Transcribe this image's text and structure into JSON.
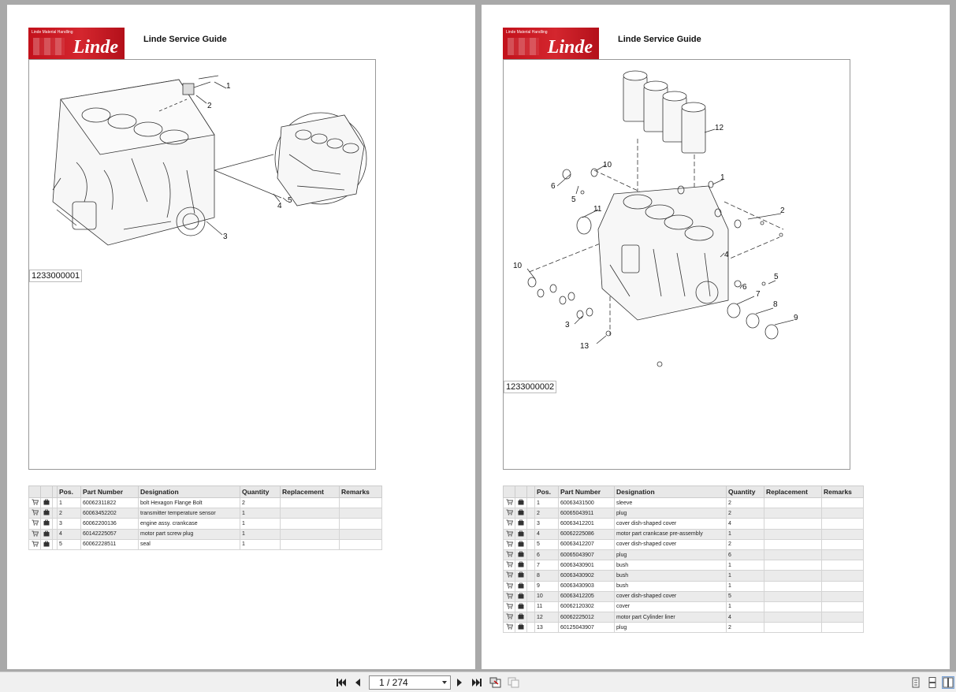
{
  "pages": [
    {
      "logo_sub": "Linde Material Handling",
      "logo_text": "Linde",
      "title": "Linde Service Guide",
      "figure_id": "1233000001",
      "callouts": [
        "1",
        "2",
        "3",
        "4",
        "5"
      ],
      "headers": [
        "Pos.",
        "Part Number",
        "Designation",
        "Quantity",
        "Replacement",
        "Remarks"
      ],
      "rows": [
        {
          "pos": "1",
          "part": "60062311822",
          "designation": "bolt Hexagon Flange Bolt",
          "qty": "2",
          "replacement": "",
          "remarks": ""
        },
        {
          "pos": "2",
          "part": "60063452202",
          "designation": "transmitter temperature sensor",
          "qty": "1",
          "replacement": "",
          "remarks": ""
        },
        {
          "pos": "3",
          "part": "60062200136",
          "designation": "engine assy. crankcase",
          "qty": "1",
          "replacement": "",
          "remarks": ""
        },
        {
          "pos": "4",
          "part": "60142225057",
          "designation": "motor part screw plug",
          "qty": "1",
          "replacement": "",
          "remarks": ""
        },
        {
          "pos": "5",
          "part": "60062228511",
          "designation": "seal",
          "qty": "1",
          "replacement": "",
          "remarks": ""
        }
      ]
    },
    {
      "logo_sub": "Linde Material Handling",
      "logo_text": "Linde",
      "title": "Linde Service Guide",
      "figure_id": "1233000002",
      "callouts": [
        "12",
        "10",
        "1",
        "6",
        "5",
        "11",
        "2",
        "4",
        "10",
        "5",
        "6",
        "7",
        "8",
        "9",
        "3",
        "13"
      ],
      "headers": [
        "Pos.",
        "Part Number",
        "Designation",
        "Quantity",
        "Replacement",
        "Remarks"
      ],
      "rows": [
        {
          "pos": "1",
          "part": "60063431500",
          "designation": "sleeve",
          "qty": "2",
          "replacement": "",
          "remarks": ""
        },
        {
          "pos": "2",
          "part": "60065043911",
          "designation": "plug",
          "qty": "2",
          "replacement": "",
          "remarks": ""
        },
        {
          "pos": "3",
          "part": "60063412201",
          "designation": "cover dish-shaped cover",
          "qty": "4",
          "replacement": "",
          "remarks": ""
        },
        {
          "pos": "4",
          "part": "60062225086",
          "designation": "motor part crankcase pre-assembly",
          "qty": "1",
          "replacement": "",
          "remarks": ""
        },
        {
          "pos": "5",
          "part": "60063412207",
          "designation": "cover dish-shaped cover",
          "qty": "2",
          "replacement": "",
          "remarks": ""
        },
        {
          "pos": "6",
          "part": "60065043907",
          "designation": "plug",
          "qty": "6",
          "replacement": "",
          "remarks": ""
        },
        {
          "pos": "7",
          "part": "60063430901",
          "designation": "bush",
          "qty": "1",
          "replacement": "",
          "remarks": ""
        },
        {
          "pos": "8",
          "part": "60063430902",
          "designation": "bush",
          "qty": "1",
          "replacement": "",
          "remarks": ""
        },
        {
          "pos": "9",
          "part": "60063430903",
          "designation": "bush",
          "qty": "1",
          "replacement": "",
          "remarks": ""
        },
        {
          "pos": "10",
          "part": "60063412205",
          "designation": "cover dish-shaped cover",
          "qty": "5",
          "replacement": "",
          "remarks": ""
        },
        {
          "pos": "11",
          "part": "60062120302",
          "designation": "cover",
          "qty": "1",
          "replacement": "",
          "remarks": ""
        },
        {
          "pos": "12",
          "part": "60062225012",
          "designation": "motor part Cylinder liner",
          "qty": "4",
          "replacement": "",
          "remarks": ""
        },
        {
          "pos": "13",
          "part": "60125043907",
          "designation": "plug",
          "qty": "2",
          "replacement": "",
          "remarks": ""
        }
      ]
    }
  ],
  "toolbar": {
    "page_indicator": "1 / 274",
    "icons": [
      "first-page-icon",
      "previous-page-icon",
      "next-page-icon",
      "last-page-icon",
      "extract-page-icon",
      "copy-page-icon",
      "single-page-view-icon",
      "continuous-view-icon",
      "two-page-view-icon"
    ]
  }
}
